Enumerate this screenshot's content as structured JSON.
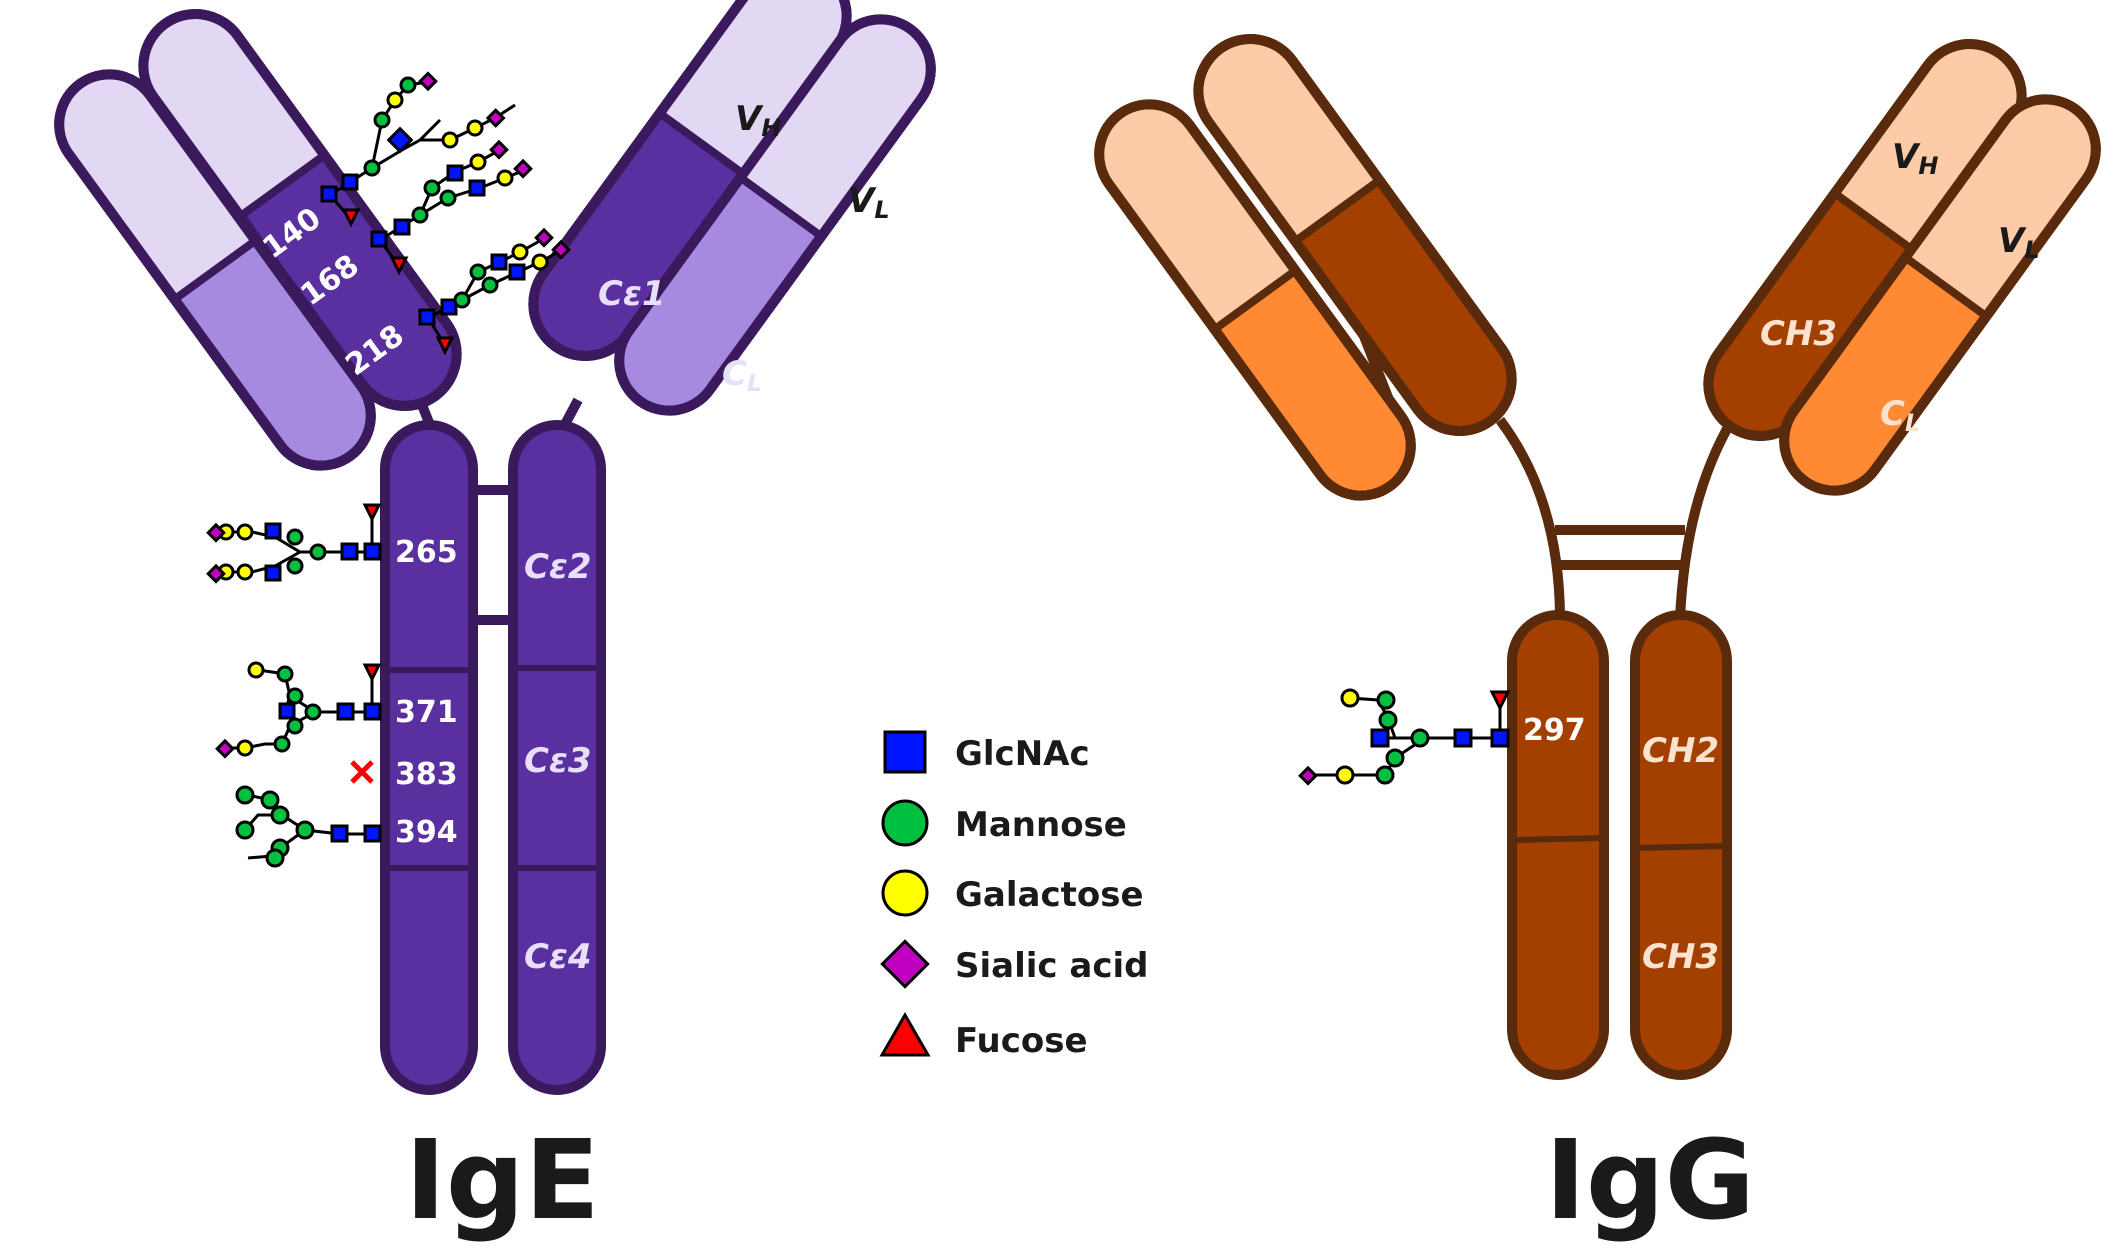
{
  "colors": {
    "ige_outline": "#3a1a5c",
    "ige_dark": "#5a2fa0",
    "ige_mid": "#a58ae0",
    "ige_light": "#e2d8f3",
    "igg_outline": "#5a2a0c",
    "igg_dark": "#a34000",
    "igg_mid": "#ff8a33",
    "igg_light": "#fdcba8",
    "glcnac": "#0015ff",
    "mannose": "#00c040",
    "galactose": "#ffff00",
    "sialic": "#c000c0",
    "fucose": "#ff0000"
  },
  "ige": {
    "title": "IgE",
    "sites": [
      "140",
      "168",
      "218",
      "265",
      "371",
      "383",
      "394"
    ],
    "domains": {
      "vh": "V",
      "vh_sub": "H",
      "vl": "V",
      "vl_sub": "L",
      "ce1": "Cε1",
      "cl": "C",
      "cl_sub": "L",
      "ce2": "Cε2",
      "ce3": "Cε3",
      "ce4": "Cε4"
    }
  },
  "igg": {
    "title": "IgG",
    "sites": [
      "297"
    ],
    "domains": {
      "vh": "V",
      "vh_sub": "H",
      "vl": "V",
      "vl_sub": "L",
      "ch3_arm": "CH3",
      "cl": "C",
      "cl_sub": "L",
      "ch2": "CH2",
      "ch3": "CH3"
    }
  },
  "legend": [
    {
      "shape": "square",
      "label": "GlcNAc"
    },
    {
      "shape": "circle",
      "label": "Mannose"
    },
    {
      "shape": "circle-yellow",
      "label": "Galactose"
    },
    {
      "shape": "diamond",
      "label": "Sialic acid"
    },
    {
      "shape": "triangle",
      "label": "Fucose"
    }
  ]
}
